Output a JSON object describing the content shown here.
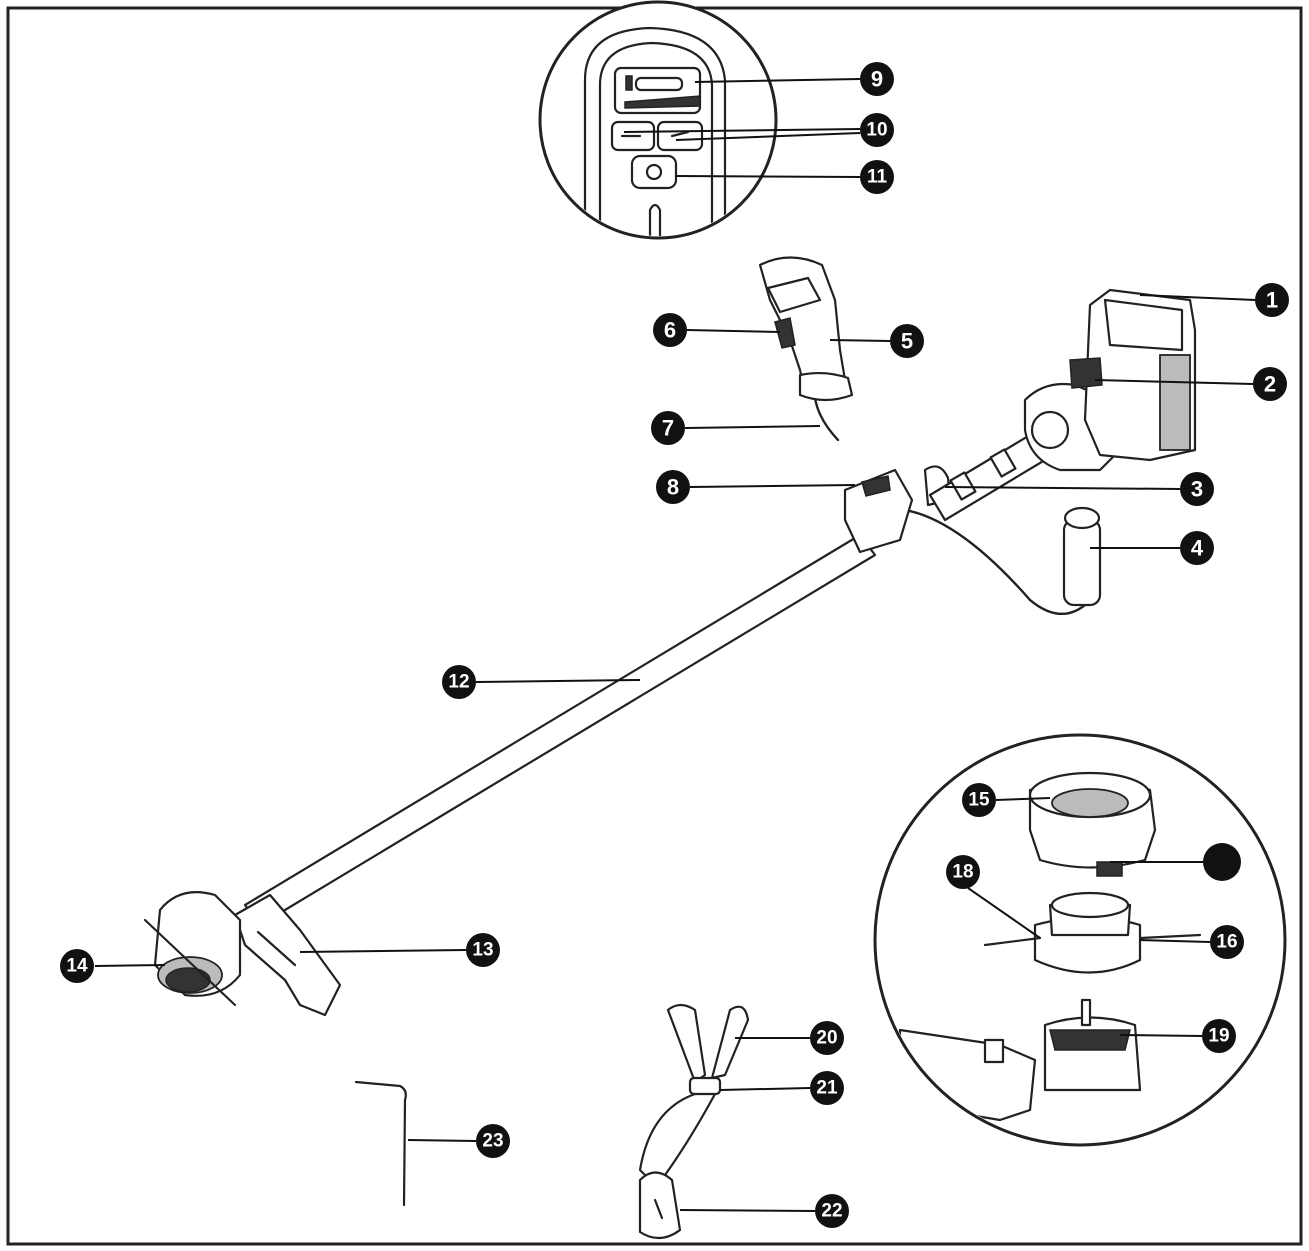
{
  "callouts": [
    {
      "id": "1",
      "label": "1"
    },
    {
      "id": "2",
      "label": "2"
    },
    {
      "id": "3",
      "label": "3"
    },
    {
      "id": "4",
      "label": "4"
    },
    {
      "id": "5",
      "label": "5"
    },
    {
      "id": "6",
      "label": "6"
    },
    {
      "id": "7",
      "label": "7"
    },
    {
      "id": "8",
      "label": "8"
    },
    {
      "id": "9",
      "label": "9"
    },
    {
      "id": "10",
      "label": "10"
    },
    {
      "id": "11",
      "label": "11"
    },
    {
      "id": "12",
      "label": "12"
    },
    {
      "id": "13",
      "label": "13"
    },
    {
      "id": "14",
      "label": "14"
    },
    {
      "id": "15",
      "label": "15"
    },
    {
      "id": "16",
      "label": "16"
    },
    {
      "id": "17",
      "label": ""
    },
    {
      "id": "18",
      "label": "18"
    },
    {
      "id": "19",
      "label": "19"
    },
    {
      "id": "20",
      "label": "20"
    },
    {
      "id": "21",
      "label": "21"
    },
    {
      "id": "22",
      "label": "22"
    },
    {
      "id": "23",
      "label": "23"
    }
  ],
  "colors": {
    "ink": "#111111",
    "background": "#ffffff"
  }
}
